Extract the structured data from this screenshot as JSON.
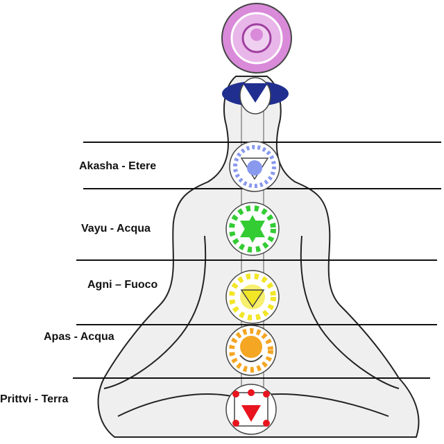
{
  "labels": {
    "akasha": "Akasha - Etere",
    "vayu": "Vayu - Acqua",
    "agni": "Agni – Fuoco",
    "apas": "Apas - Acqua",
    "prittvi": "Prittvi - Terra"
  },
  "colors": {
    "crown": "#d98ad9",
    "third_eye": "#1f2e8f",
    "throat": "#8899ee",
    "heart": "#33cc33",
    "solar": "#f2e627",
    "sacral": "#f5a623",
    "root": "#e8141e"
  }
}
